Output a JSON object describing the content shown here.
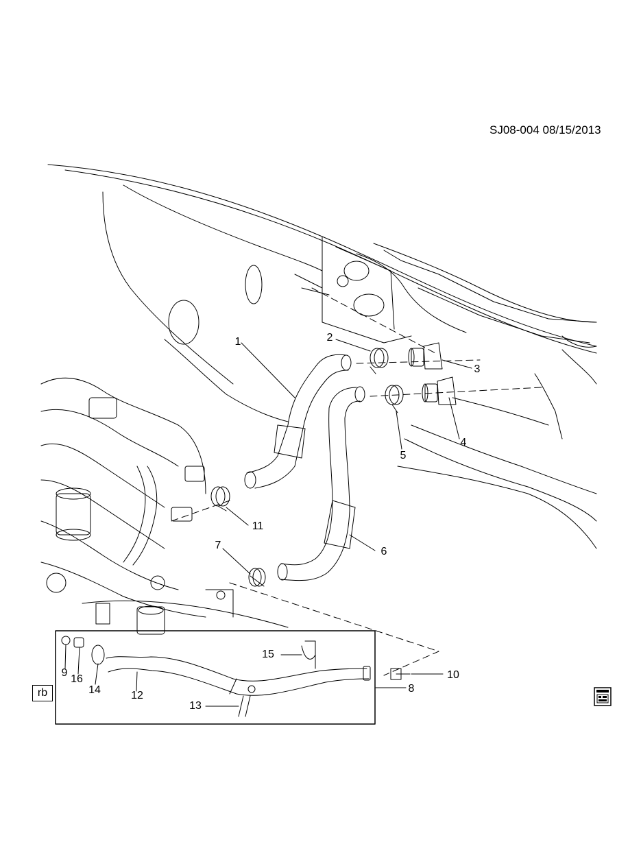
{
  "drawing_ref": "SJ08-004 08/15/2013",
  "badge_label": "rb",
  "callouts": [
    "1",
    "2",
    "3",
    "4",
    "5",
    "6",
    "7",
    "8",
    "9",
    "10",
    "11",
    "12",
    "13",
    "14",
    "15",
    "16"
  ],
  "icons": {
    "corner_icon": "catalog-book-icon"
  }
}
